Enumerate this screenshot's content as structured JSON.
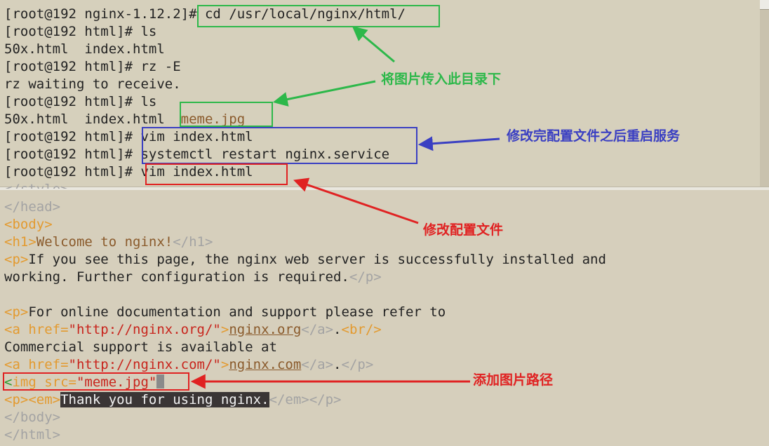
{
  "terminal": {
    "lines": [
      {
        "prompt": "[root@192 nginx-1.12.2]#",
        "command": " cd /usr/local/nginx/html/"
      },
      {
        "prompt": "[root@192 html]#",
        "command": " ls"
      },
      {
        "text": "50x.html  index.html"
      },
      {
        "prompt": "[root@192 html]#",
        "command": " rz -E"
      },
      {
        "text": "rz waiting to receive."
      },
      {
        "prompt": "[root@192 html]#",
        "command": " ls"
      },
      {
        "text": "50x.html  index.html  ",
        "file": "meme.jpg"
      },
      {
        "prompt": "[root@192 html]#",
        "command": " vim index.html"
      },
      {
        "prompt": "[root@192 html]#",
        "command": " systemctl restart nginx.service"
      },
      {
        "prompt": "[root@192 html]#",
        "command": " vim index.html"
      }
    ]
  },
  "editor": {
    "partial_top": "</style>",
    "head_close": "</head>",
    "body_open": "<body>",
    "h1_open": "<h1>",
    "h1_text": "Welcome to nginx!",
    "h1_close": "</h1>",
    "p_open": "<p>",
    "p1_text": "If you see this page, the nginx web server is successfully installed and",
    "p1_text_2": "working. Further configuration is required.",
    "p_close": "</p>",
    "p2_text": "For online documentation and support please refer to",
    "a_open": "<a",
    "href_attr": " href=",
    "href_org": "\"http://nginx.org/\"",
    "gt": ">",
    "link_org": "nginx.org",
    "a_close": "</a>",
    "dot": ".",
    "br": "<br/>",
    "commercial_text": "Commercial support is available at",
    "href_com": "\"http://nginx.com/\"",
    "link_com": "nginx.com",
    "img_lt": "<",
    "img_tag": "img",
    "src_attr": " src=",
    "src_value": "\"meme.jpg\"",
    "em_open": "<em>",
    "thanks_text": "Thank you for using nginx.",
    "em_close": "</em>",
    "body_close": "</body>",
    "html_close": "</html>"
  },
  "annotations": {
    "upload": "将图片传入此目录下",
    "restart": "修改完配置文件之后重启服务",
    "edit": "修改配置文件",
    "img_path": "添加图片路径"
  },
  "colors": {
    "green": "#2db84a",
    "blue": "#3a3fc2",
    "red": "#e02222",
    "tag": "#a3a3a3",
    "keyword": "#e39a2f",
    "string": "#c8251d"
  }
}
